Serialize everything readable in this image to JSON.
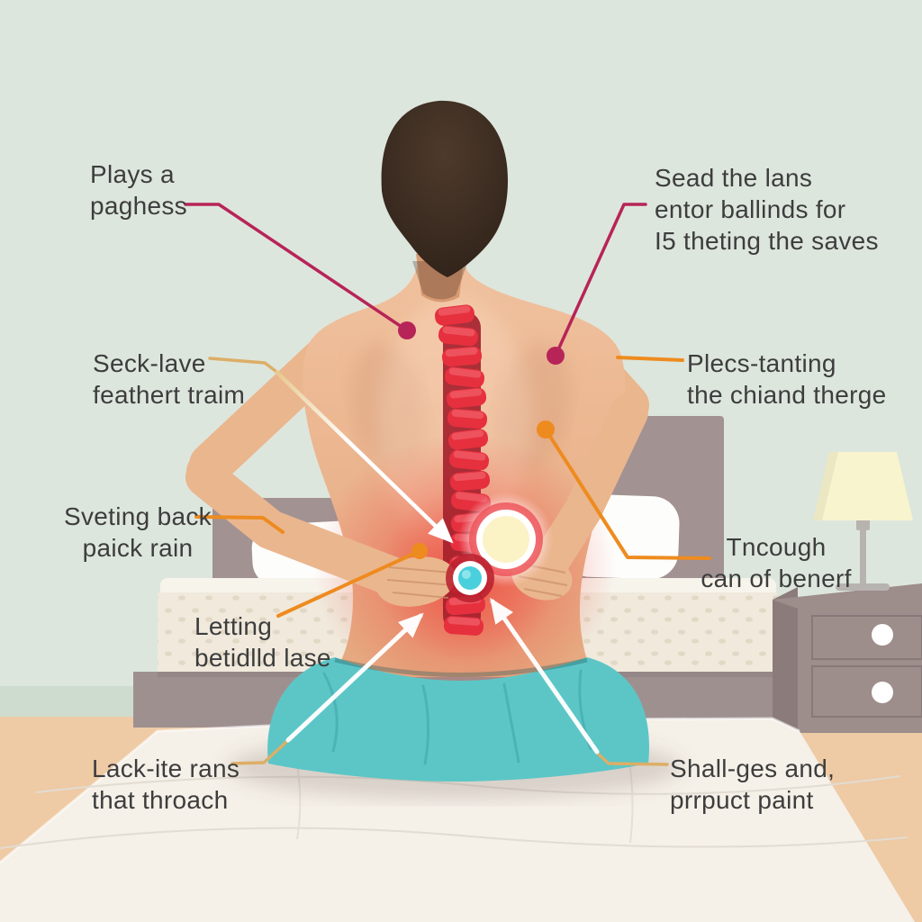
{
  "labels": {
    "plays": {
      "line1": "Plays a",
      "line2": "paghess"
    },
    "sead": {
      "line1": "Sead the lans",
      "line2": "entor ballinds for",
      "line3": "I5 theting the saves"
    },
    "seck": {
      "line1": "Seck-lave",
      "line2": "feathert traim"
    },
    "plecs": {
      "line1": "Plecs-tanting",
      "line2": "the chiand therge"
    },
    "sveting": {
      "line1": "Sveting back",
      "line2": "paick rain"
    },
    "tncough": {
      "line1": "Tncough",
      "line2": "can of benerf"
    },
    "letting": {
      "line1": "Letting",
      "line2": "betidlld lase"
    },
    "lackite": {
      "line1": "Lack-ite rans",
      "line2": "that throach"
    },
    "shallges": {
      "line1": "Shall-ges and,",
      "line2": "prrpuct paint"
    }
  },
  "colors": {
    "wall": "#dde6dd",
    "wallBand": "#cddcce",
    "floor": "#eecaa5",
    "headboard": "#a29292",
    "bedBase": "#9f9090",
    "pillow": "#fdfdfb",
    "sheet": "#f7f4ec",
    "nightstand": "#9d8d8b",
    "nightstandSide": "#8b7b7a",
    "knob": "#ffffff",
    "lampShade": "#f8f4cd",
    "lampStem": "#b7b3b0",
    "skin": "#eab68e",
    "hair": "#37291f",
    "pants": "#5cc6c7",
    "pantsShadow": "#3fa7aa",
    "spineRed": "#e6303e",
    "spineDark": "#a31e2b",
    "hotspotCream": "#fbf2c6",
    "hotspotTeal": "#49d0dc",
    "crimson": "#b72458",
    "orange": "#ee8b1f",
    "tan": "#dcae66",
    "arrowWhite": "#ffffff",
    "fgMattress": "#f5f0e8",
    "text": "#3d3d3d"
  }
}
